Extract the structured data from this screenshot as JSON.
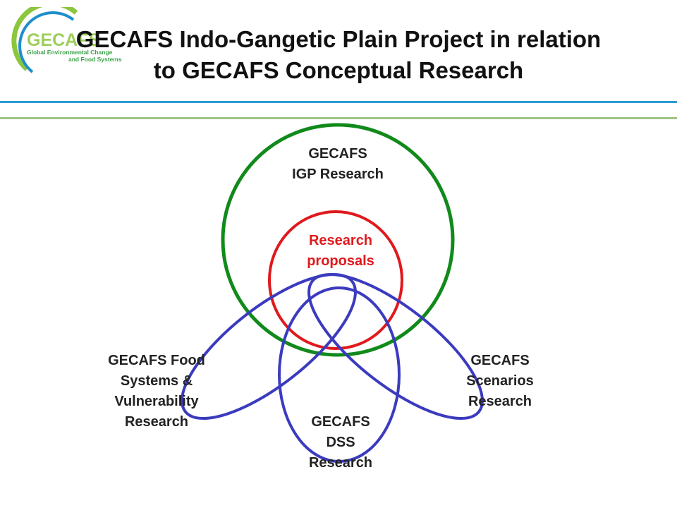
{
  "logo": {
    "wordmark": "GECAFS",
    "line1": "Global Environmental Change",
    "line2": "and Food Systems",
    "colors": {
      "arc_green": "#8cc63e",
      "arc_blue": "#1f8fcb",
      "text_green": "#3aa347"
    }
  },
  "title": {
    "line1": "GECAFS Indo-Gangetic Plain Project in relation",
    "line2": "to GECAFS Conceptual Research"
  },
  "rules": {
    "top_color": "#2e9ad6",
    "bottom_color": "#9ec383"
  },
  "diagram": {
    "igp": {
      "line1": "GECAFS",
      "line2": "IGP Research",
      "color": "#118a1b"
    },
    "proposals": {
      "line1": "Research",
      "line2": "proposals",
      "color": "#e0191c"
    },
    "food": {
      "line1": "GECAFS Food",
      "line2": "Systems &",
      "line3": "Vulnerability",
      "line4": "Research",
      "color": "#3b3bbf"
    },
    "scenarios": {
      "line1": "GECAFS",
      "line2": "Scenarios",
      "line3": "Research",
      "color": "#3b3bbf"
    },
    "dss": {
      "line1": "GECAFS",
      "line2": "DSS",
      "line3": "Research",
      "color": "#3b3bbf"
    }
  }
}
